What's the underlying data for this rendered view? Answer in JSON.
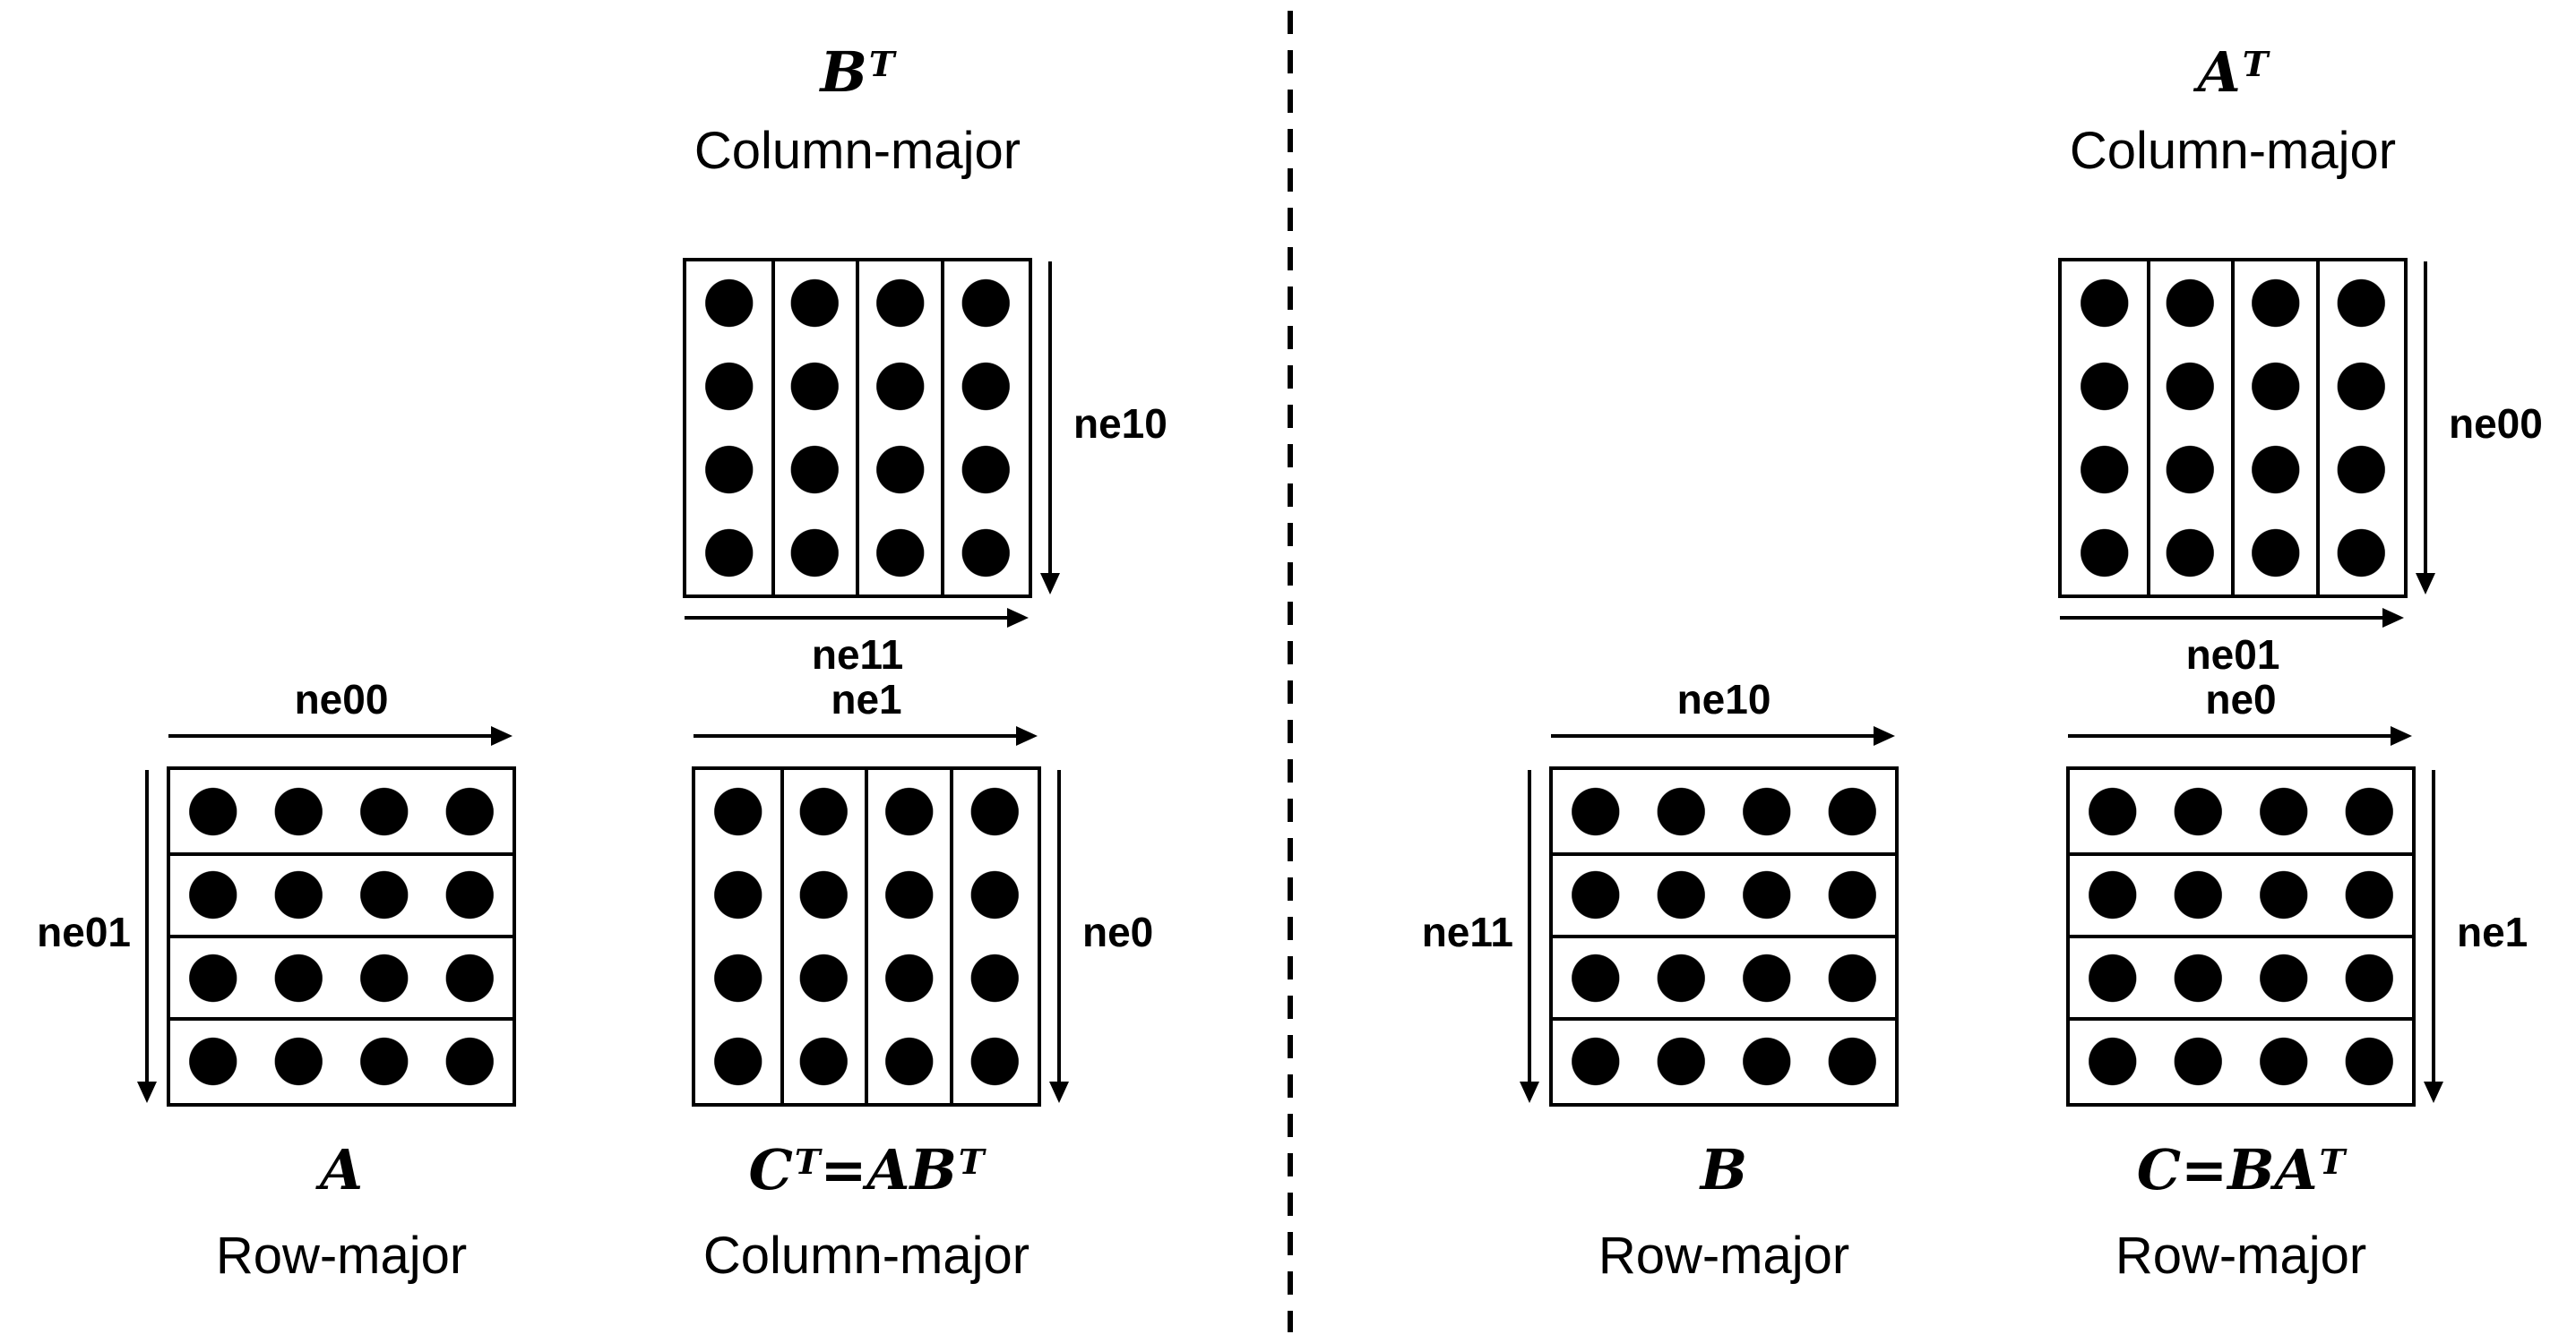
{
  "figures": {
    "bt": {
      "title": {
        "t1": "B",
        "s1": "T"
      },
      "layout": "Column-major",
      "labels": {
        "right": "ne10",
        "bottom": "ne11"
      }
    },
    "a": {
      "title": {
        "t1": "A"
      },
      "layout": "Row-major",
      "labels": {
        "top": "ne00",
        "left": "ne01"
      }
    },
    "ct": {
      "title": {
        "t1": "C",
        "s1": "T",
        "t2": "=AB",
        "s2": "T"
      },
      "layout": "Column-major",
      "labels": {
        "top": "ne1",
        "right": "ne0"
      }
    },
    "at": {
      "title": {
        "t1": "A",
        "s1": "T"
      },
      "layout": "Column-major",
      "labels": {
        "right": "ne00",
        "bottom": "ne01"
      }
    },
    "b": {
      "title": {
        "t1": "B"
      },
      "layout": "Row-major",
      "labels": {
        "top": "ne10",
        "left": "ne11"
      }
    },
    "c": {
      "title": {
        "t1": "C=BA",
        "s1": "T"
      },
      "layout": "Row-major",
      "labels": {
        "top": "ne0",
        "right": "ne1"
      }
    }
  },
  "matrix_grid": {
    "rows": 4,
    "cols": 4
  },
  "colors": {
    "ink": "#000000",
    "background": "#ffffff"
  }
}
